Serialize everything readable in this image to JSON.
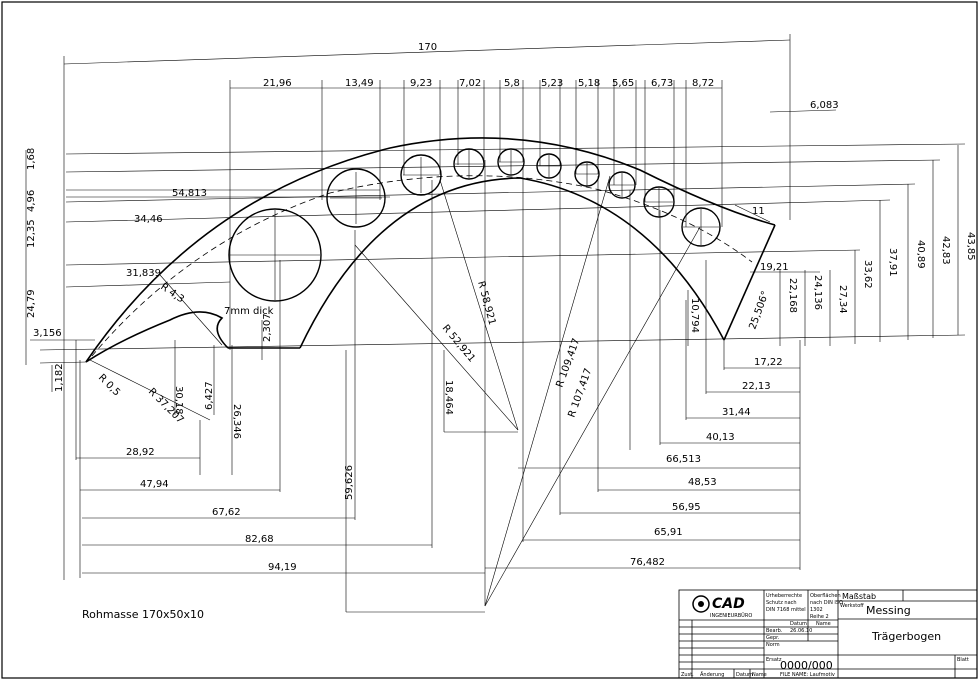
{
  "drawing": {
    "overall_width": "170",
    "horizontal_top": [
      "21,96",
      "13,49",
      "9,23",
      "7,02",
      "5,8",
      "5,23",
      "5,18",
      "5,65",
      "6,73",
      "8,72"
    ],
    "top_right": "6,083",
    "left_vertical": [
      "1,68",
      "4,96",
      "12,35",
      "24,79",
      "1,182"
    ],
    "left_horizontal": [
      "54,813",
      "34,46",
      "31,839",
      "3,156"
    ],
    "radii": [
      "R 4,3",
      "R 0,5",
      "R 37,207",
      "R 52,921",
      "R 58,921",
      "R 109,417",
      "R 107,417"
    ],
    "mid_labels": [
      "7mm dick",
      "2,307",
      "30,18",
      "6,427",
      "26,346",
      "18,464",
      "59,626"
    ],
    "right_vertical": [
      "43,85",
      "42,83",
      "40,89",
      "37,91",
      "33,62",
      "27,34",
      "24,136",
      "22,168",
      "10,794"
    ],
    "right_misc": [
      "11",
      "19,21",
      "25,506°"
    ],
    "bottom_left": [
      "28,92",
      "47,94",
      "67,62",
      "82,68",
      "94,19"
    ],
    "bottom_right": [
      "17,22",
      "22,13",
      "31,44",
      "40,13",
      "66,513",
      "48,53",
      "56,95",
      "65,91",
      "76,482"
    ],
    "rohmasse": "Rohmasse 170x50x10"
  },
  "title_block": {
    "logo_text": "CAD",
    "logo_sub": "INGENIEURBÜRO",
    "massstab_label": "Maßstab",
    "material": "Messing",
    "title": "Trägerbogen",
    "number": "0000/000",
    "datum_label": "Datum",
    "name_label": "Name",
    "date_value": "26.06.10",
    "small_notes": [
      "Urheberrechte",
      "Schutz nach",
      "DIN 7168 mittel",
      "Oberflächen",
      "nach DIN ISO",
      "1302",
      "Reihe 2",
      "Werkstoff",
      "Bearb.",
      "Gepr.",
      "Norm",
      "Ersatz"
    ],
    "bottom_row": [
      "Zust.",
      "Änderung",
      "Datum",
      "Name",
      "FILE NAME: Laufmotiv"
    ],
    "blatt": "Blatt"
  }
}
